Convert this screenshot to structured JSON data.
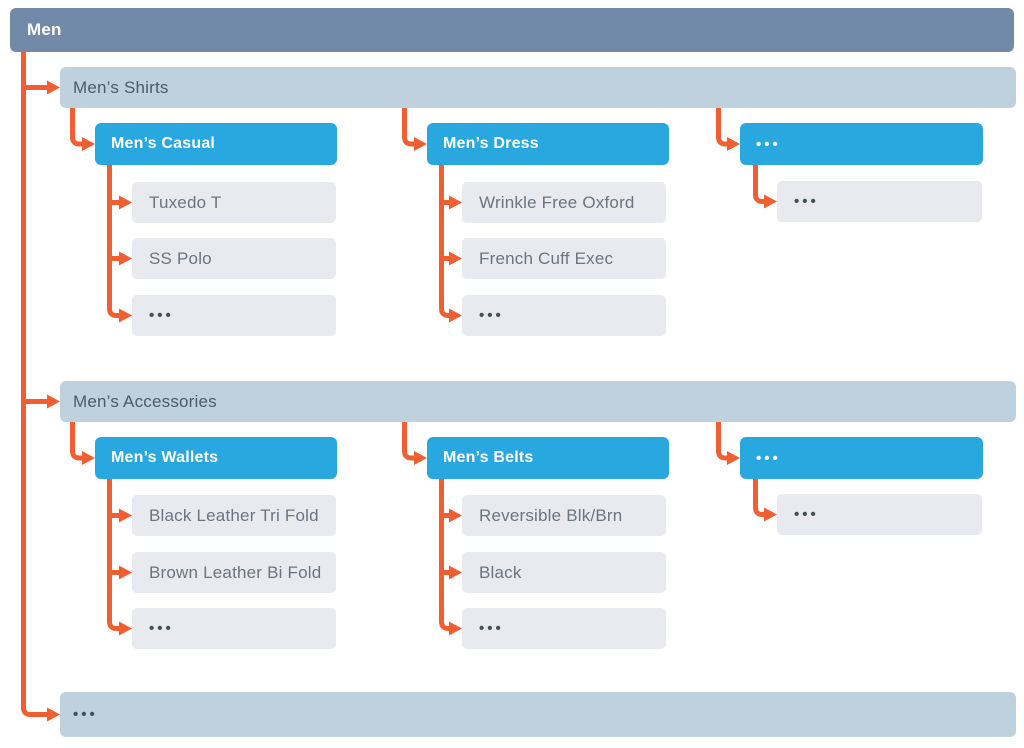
{
  "palette": {
    "root_bg": "#7389A8",
    "section_bg": "#BFD1DD",
    "category_bg": "#29A8E0",
    "leaf_bg": "#E8EAEF",
    "connector": "#F15E31",
    "root_text": "#FFFFFF",
    "section_text": "#4E5A64",
    "leaf_text": "#6B7480"
  },
  "tree": {
    "root": {
      "label": "Men"
    },
    "sections": [
      {
        "label": "Men’s Shirts",
        "columns": [
          {
            "label": "Men’s Casual",
            "items": [
              "Tuxedo T",
              "SS Polo",
              "•••"
            ]
          },
          {
            "label": "Men’s Dress",
            "items": [
              "Wrinkle Free Oxford",
              "French Cuff Exec",
              "•••"
            ]
          },
          {
            "label": "•••",
            "items": [
              "•••"
            ]
          }
        ]
      },
      {
        "label": "Men’s Accessories",
        "columns": [
          {
            "label": "Men’s Wallets",
            "items": [
              "Black Leather Tri Fold",
              "Brown Leather Bi Fold",
              "•••"
            ]
          },
          {
            "label": "Men’s Belts",
            "items": [
              "Reversible Blk/Brn",
              "Black",
              "•••"
            ]
          },
          {
            "label": "•••",
            "items": [
              "•••"
            ]
          }
        ]
      },
      {
        "label": "•••",
        "columns": []
      }
    ]
  }
}
